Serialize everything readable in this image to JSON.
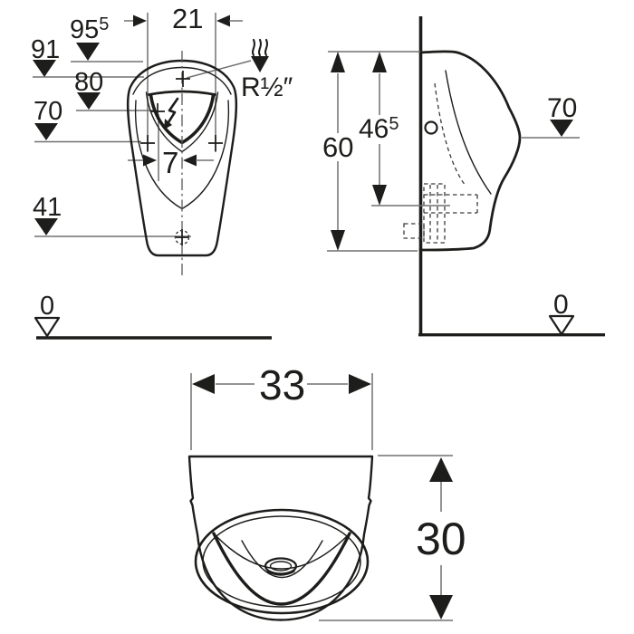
{
  "drawing_type": "dimensional technical drawing of a urinal (front view, side view, top view)",
  "front_view": {
    "rim_height": "95",
    "rim_height_sup": "5",
    "water_supply_height": "91",
    "power_supply_height": "80",
    "fixing_bolt_height": "70",
    "outlet_height": "41",
    "floor_level": "0",
    "fixing_bolt_spacing": "21",
    "power_supply_offset": "7",
    "water_supply_thread": "R½″"
  },
  "side_view": {
    "top_height": "60",
    "outlet_connection_height": "46",
    "outlet_connection_height_sup": "5",
    "front_rim_height": "70",
    "floor_level": "0"
  },
  "bottom_view": {
    "width": "33",
    "depth": "30"
  },
  "icons": {
    "power_supply": "lightning-bolt-icon",
    "water_supply": "steam-waves-arrow-icon"
  },
  "colors": {
    "line": "#1d1d1b",
    "dim_line": "#707070",
    "background": "#ffffff"
  }
}
